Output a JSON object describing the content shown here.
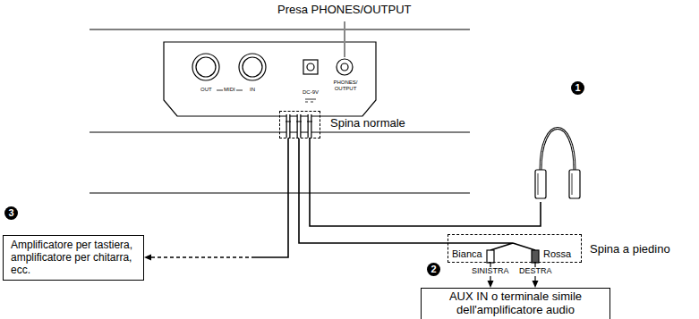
{
  "diagram": {
    "nodes": [
      {
        "text": [
          "Spina normale"
        ]
      },
      {
        "text": [
          "Bianca",
          "Rossa",
          "Spina a piedino"
        ]
      },
      {
        "text": [
          "Amplificatore per tastiera, amplificatore per chitarra, ecc."
        ]
      },
      {
        "text": [
          "AUX IN o terminale simile dell'amplificatore audio"
        ]
      }
    ],
    "edges": [
      {
        "from": 0,
        "to": 2,
        "arrow": "to"
      },
      {
        "from": 0,
        "to": 1,
        "arrow": "none"
      },
      {
        "from": 1,
        "to": 3,
        "arrow": "to"
      }
    ],
    "labels": [
      "Presa PHONES/OUTPUT",
      "OUT",
      "MIDI",
      "IN",
      "DC-9V",
      "PHONES/ OUTPUT",
      "1",
      "2",
      "3",
      "SINISTRA",
      "DESTRA"
    ]
  }
}
